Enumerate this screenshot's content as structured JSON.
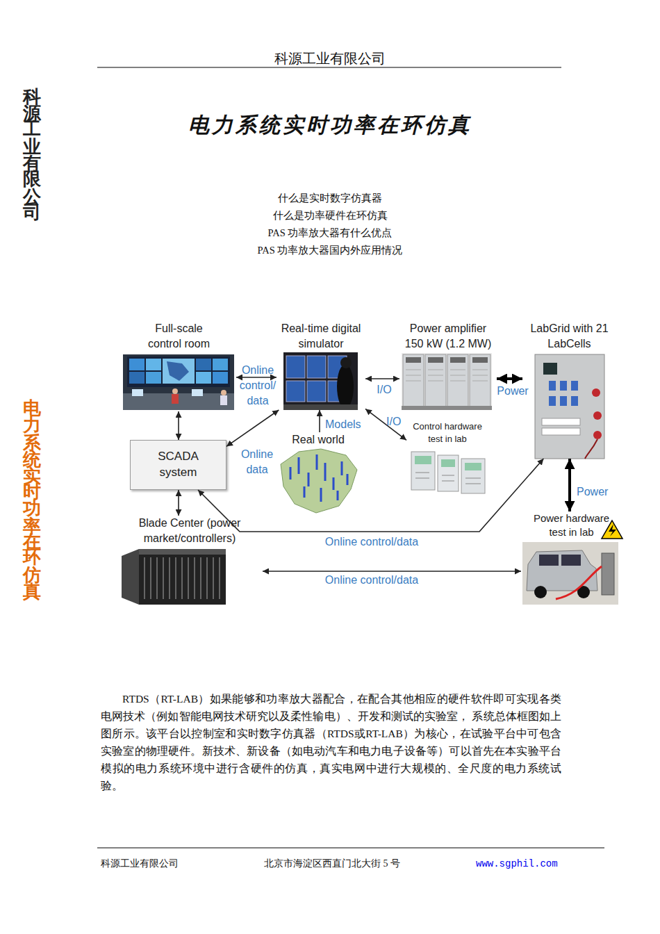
{
  "diagram": {
    "title": "电力系统实时功率在环仿真",
    "nodes": [
      {
        "text": [
          "Full-scale control room"
        ]
      },
      {
        "text": [
          "Real-time digital simulator"
        ]
      },
      {
        "text": [
          "Power amplifier 150 kW (1.2 MW)"
        ]
      },
      {
        "text": [
          "LabGrid with 21 LabCells"
        ]
      },
      {
        "text": [
          "SCADA system"
        ]
      },
      {
        "text": [
          "Real world"
        ]
      },
      {
        "text": [
          "Control hardware test in lab"
        ]
      },
      {
        "text": [
          "Blade Center (power market/controllers)"
        ]
      },
      {
        "text": [
          "Power hardware test in lab"
        ]
      }
    ],
    "edges": [
      {
        "from": 0,
        "to": 1,
        "arrow": "both",
        "label": "Online control/ data"
      },
      {
        "from": 0,
        "to": 4,
        "arrow": "both"
      },
      {
        "from": 4,
        "to": 1,
        "arrow": "both",
        "label": "Online data"
      },
      {
        "from": 1,
        "to": 2,
        "arrow": "both",
        "label": "I/O"
      },
      {
        "from": 5,
        "to": 1,
        "arrow": "to",
        "label": "Models"
      },
      {
        "from": 1,
        "to": 6,
        "arrow": "both",
        "label": "I/O"
      },
      {
        "from": 2,
        "to": 3,
        "arrow": "both",
        "label": "Power"
      },
      {
        "from": 3,
        "to": 8,
        "arrow": "both",
        "label": "Power"
      },
      {
        "from": 4,
        "to": 7,
        "arrow": "both"
      },
      {
        "from": 3,
        "to": 4,
        "arrow": "both",
        "label": "Online control/data"
      },
      {
        "from": 7,
        "to": 8,
        "arrow": "both",
        "label": "Online control/data"
      }
    ],
    "labels": [
      "科源工业有限公司",
      "科源工业有限公司",
      "电力系统实时功率在环仿真",
      "什么是实时数字仿真器",
      "什么是功率硬件在环仿真",
      "PAS 功率放大器有什么优点",
      "PAS 功率放大器国内外应用情况",
      "RTDS（RT-LAB）如果能够和功率放大器配合，在配合其他相应的硬件软件即可实现各类电网技术（例如智能电网技术研究以及柔性输电）、开发和测试的实验室， 系统总体框图如上图所示。该平台以控制室和实时数字仿真器（RTDS或RT-LAB）为核心，在试验平台中可包含实验室的物理硬件。新技术、新设备（如电动汽车和电力电子设备等）可以首先在本实验平台模拟的电力系统环境中进行含硬件的仿真，真实电网中进行大规模的、全尺度的电力系统试验。",
      "科源工业有限公司",
      "北京市海淀区西直门北大街 5 号",
      "www.sgphil.com"
    ]
  }
}
